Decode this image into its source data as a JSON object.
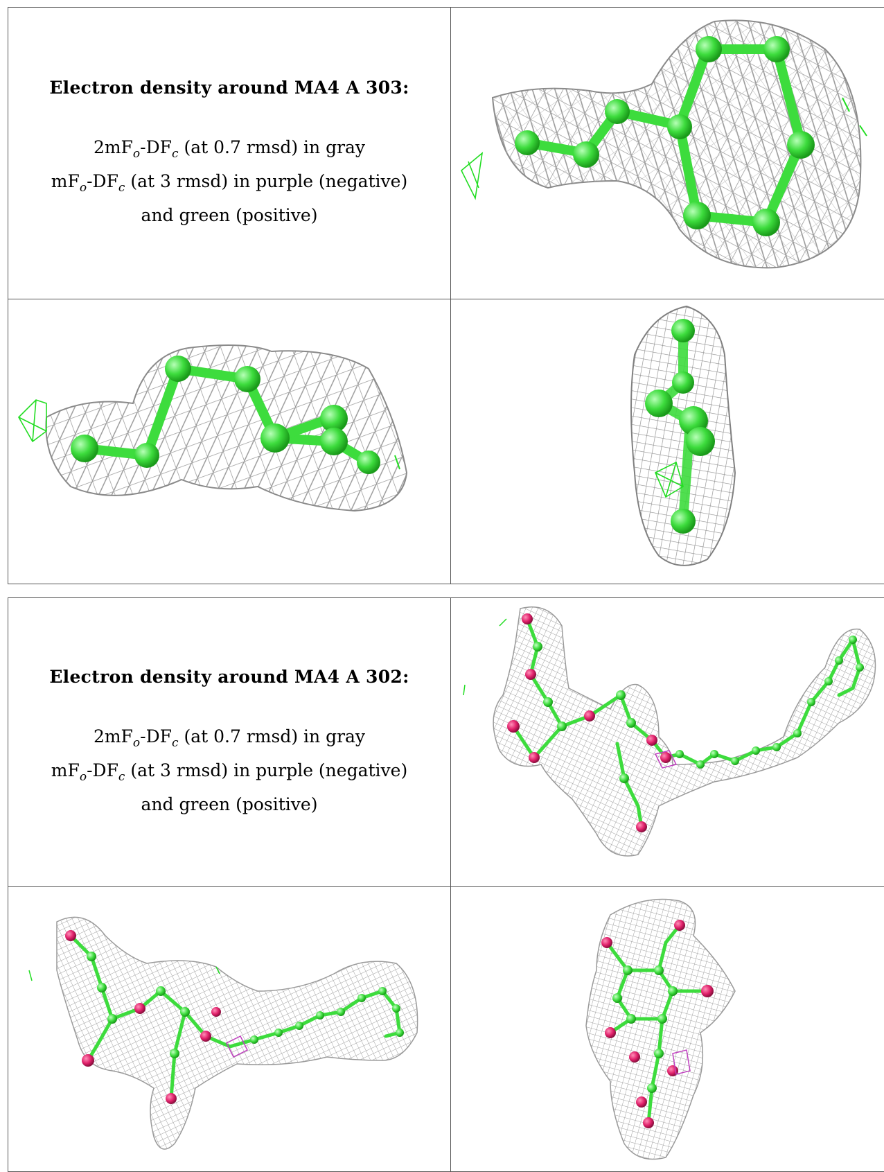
{
  "sections": [
    {
      "heading": "Electron density around MA4 A 303:",
      "lines": [
        {
          "pre": "2mF",
          "sub": "o",
          "mid": "-DF",
          "sub2": "c",
          "post": " (at 0.7 rmsd) in gray"
        },
        {
          "pre": "mF",
          "sub": "o",
          "mid": "-DF",
          "sub2": "c",
          "post": " (at 3 rmsd) in purple (negative)"
        },
        {
          "pre": "and green (positive)",
          "sub": "",
          "mid": "",
          "sub2": "",
          "post": ""
        }
      ]
    },
    {
      "heading": "Electron density around MA4 A 302:",
      "lines": [
        {
          "pre": "2mF",
          "sub": "o",
          "mid": "-DF",
          "sub2": "c",
          "post": " (at 0.7 rmsd) in gray"
        },
        {
          "pre": "mF",
          "sub": "o",
          "mid": "-DF",
          "sub2": "c",
          "post": " (at 3 rmsd) in purple (negative)"
        },
        {
          "pre": "and green (positive)",
          "sub": "",
          "mid": "",
          "sub2": "",
          "post": ""
        }
      ]
    }
  ],
  "colors": {
    "mesh_gray": "#9a9a9a",
    "carbon_green": "#3ddc3d",
    "oxygen_red": "#e0206a",
    "negative_purple": "#c040c0",
    "positive_green": "#22dd22",
    "border": "#555555"
  },
  "panels": [
    {
      "name": "ma4-303-view-1",
      "kind": "ring-chain"
    },
    {
      "name": "ma4-303-view-2",
      "kind": "side-chain"
    },
    {
      "name": "ma4-303-view-3",
      "kind": "end-on"
    },
    {
      "name": "ma4-302-view-1",
      "kind": "glyco-chain"
    },
    {
      "name": "ma4-302-view-2",
      "kind": "glyco-chain-side"
    },
    {
      "name": "ma4-302-view-3",
      "kind": "glyco-end-on"
    }
  ]
}
